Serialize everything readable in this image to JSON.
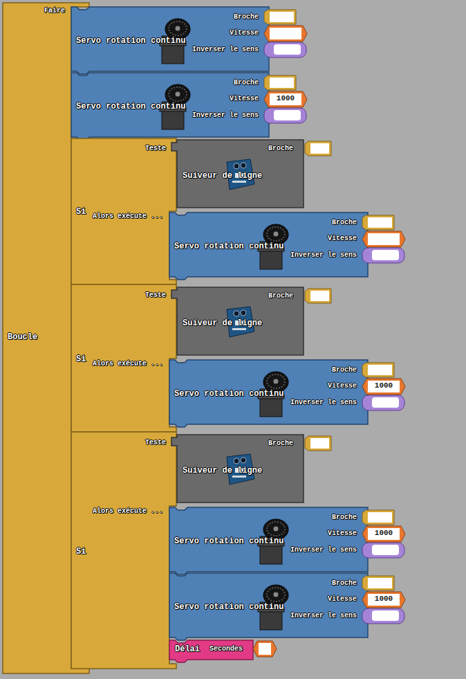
{
  "diagram": {
    "nodes": [
      {
        "text": [
          "Faire",
          "Boucle"
        ]
      },
      {
        "text": [
          "Servo rotation continu",
          "Broche",
          "Vitesse",
          "Inverser le sens"
        ],
        "in": 0
      },
      {
        "text": [
          "Servo rotation continu",
          "Broche",
          "Vitesse",
          "Inverser le sens"
        ],
        "in": 0
      },
      {
        "text": [
          "1000"
        ],
        "in": 2
      },
      {
        "text": [
          "Teste",
          "Si",
          "Alors exécute ..."
        ],
        "in": 0
      },
      {
        "text": [
          "Suiveur de ligne",
          "Broche"
        ],
        "in": 4
      },
      {
        "text": [
          "Servo rotation continu",
          "Broche",
          "Vitesse",
          "Inverser le sens"
        ],
        "in": 4
      },
      {
        "text": [
          "Teste",
          "Si",
          "Alors exécute ..."
        ],
        "in": 0
      },
      {
        "text": [
          "Suiveur de ligne",
          "Broche"
        ],
        "in": 7
      },
      {
        "text": [
          "Servo rotation continu",
          "Broche",
          "Vitesse",
          "Inverser le sens"
        ],
        "in": 7
      },
      {
        "text": [
          "1000"
        ],
        "in": 9
      },
      {
        "text": [
          "Teste",
          "Si",
          "Alors exécute ..."
        ],
        "in": 0
      },
      {
        "text": [
          "Suiveur de ligne",
          "Broche"
        ],
        "in": 11
      },
      {
        "text": [
          "Servo rotation continu",
          "Broche",
          "Vitesse",
          "Inverser le sens"
        ],
        "in": 11
      },
      {
        "text": [
          "1000"
        ],
        "in": 13
      },
      {
        "text": [
          "Servo rotation continu",
          "Broche",
          "Vitesse",
          "Inverser le sens"
        ],
        "in": 11
      },
      {
        "text": [
          "1000"
        ],
        "in": 15
      },
      {
        "text": [
          "Délai",
          "Secondes"
        ],
        "in": 11
      }
    ]
  }
}
